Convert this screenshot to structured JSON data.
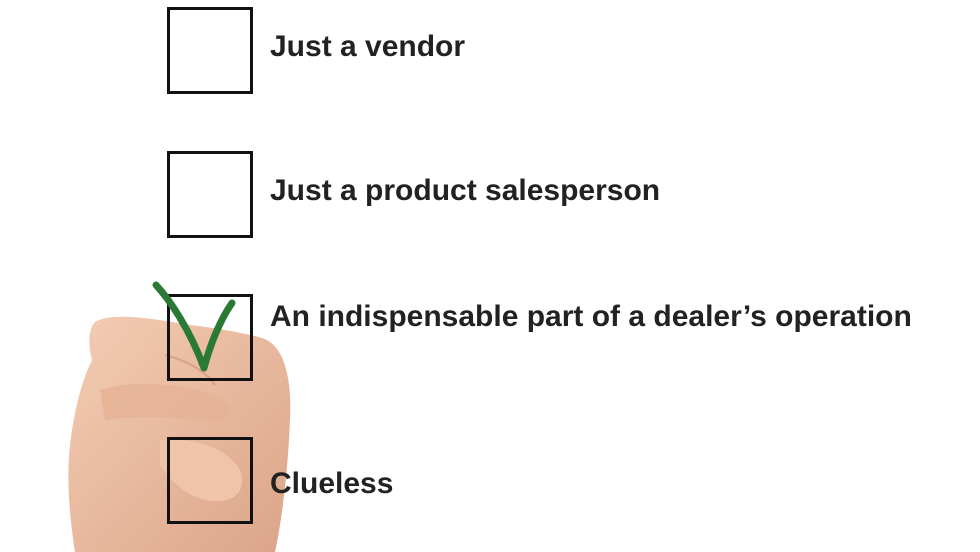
{
  "checklist": {
    "items": [
      {
        "label": "Just a vendor",
        "checked": false
      },
      {
        "label": "Just a product salesperson",
        "checked": false
      },
      {
        "label": "An indispensable part of a dealer’s operation",
        "checked": true
      },
      {
        "label": "Clueless",
        "checked": false
      }
    ]
  },
  "colors": {
    "check": "#2a7a36",
    "skin": "#eab99c",
    "text": "#222222"
  }
}
